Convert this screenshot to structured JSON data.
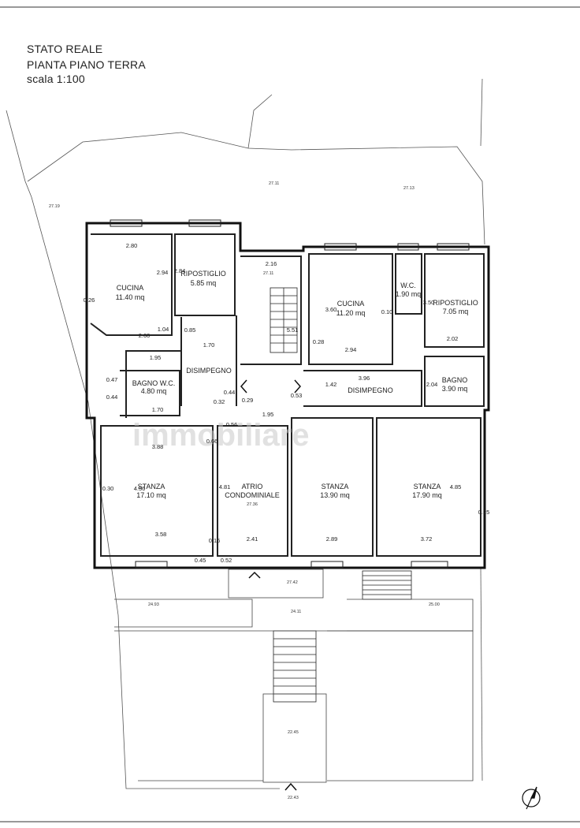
{
  "header": {
    "line1": "STATO REALE",
    "line2": "PIANTA PIANO TERRA",
    "line3": "scala 1:100"
  },
  "watermark": "immobiliare",
  "rooms": [
    {
      "id": "cucina-left",
      "name": "CUCINA",
      "area": "11.40 mq"
    },
    {
      "id": "ripostiglio-left",
      "name": "RIPOSTIGLIO",
      "area": "5.85 mq"
    },
    {
      "id": "bagno-wc",
      "name": "BAGNO W.C.",
      "area": "4.80 mq"
    },
    {
      "id": "disimpegno-left",
      "name": "DISIMPEGNO",
      "area": ""
    },
    {
      "id": "cucina-right",
      "name": "CUCINA",
      "area": "11.20 mq"
    },
    {
      "id": "wc",
      "name": "W.C.",
      "area": "1.90 mq"
    },
    {
      "id": "ripostiglio-right",
      "name": "RIPOSTIGLIO",
      "area": "7.05 mq"
    },
    {
      "id": "bagno",
      "name": "BAGNO",
      "area": "3.90 mq"
    },
    {
      "id": "disimpegno-right",
      "name": "DISIMPEGNO",
      "area": ""
    },
    {
      "id": "stanza-1",
      "name": "STANZA",
      "area": "17.10 mq"
    },
    {
      "id": "atrio",
      "name": "ATRIO",
      "name2": "CONDOMINIALE",
      "area": "27.36"
    },
    {
      "id": "stanza-2",
      "name": "STANZA",
      "area": "13.90 mq"
    },
    {
      "id": "stanza-3",
      "name": "STANZA",
      "area": "17.90 mq"
    }
  ],
  "dimensions": [
    "2.80",
    "2.94",
    "0.26",
    "2.60",
    "1.04",
    "2.84",
    "1.70",
    "0.85",
    "1.95",
    "0.47",
    "0.44",
    "1.70",
    "0.44",
    "0.32",
    "0.29",
    "2.16",
    "5.51",
    "1.95",
    "0.53",
    "2.94",
    "3.60",
    "0.28",
    "0.10",
    "3.96",
    "3.50",
    "2.02",
    "1.42",
    "2.04",
    "3.88",
    "0.30",
    "4.56",
    "3.58",
    "0.16",
    "0.66",
    "4.81",
    "2.41",
    "0.52",
    "2.89",
    "3.72",
    "4.85",
    "0.25",
    "0.45",
    "0.56"
  ],
  "levels": [
    "27.19",
    "27.11",
    "27.13",
    "27.11",
    "27.42",
    "24.93",
    "24.11",
    "25.00",
    "22.45",
    "22.43"
  ]
}
